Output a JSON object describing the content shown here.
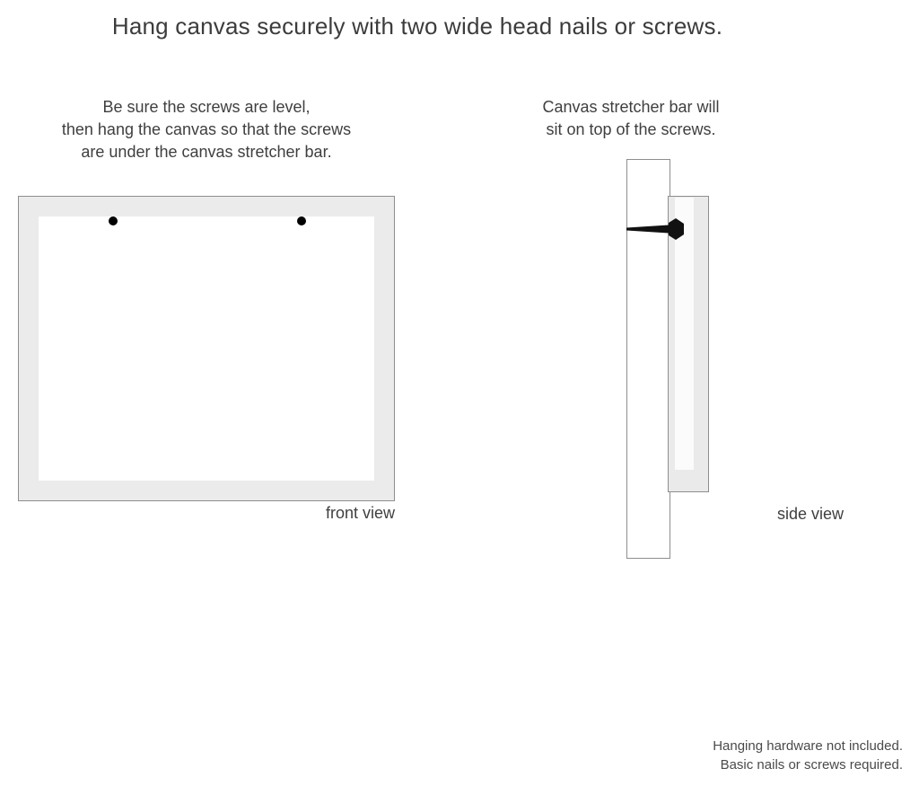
{
  "title": "Hang canvas securely with two wide head nails or screws.",
  "captions": {
    "left": [
      "Be sure the screws are level,",
      "then hang the canvas so that the screws",
      "are under the canvas stretcher bar."
    ],
    "right": [
      "Canvas stretcher bar will",
      "sit on top of the screws."
    ]
  },
  "front_view": {
    "label": "front view",
    "screw_count": 2,
    "frame_color": "#ebebeb",
    "frame_border_color": "#8e8e8e",
    "inner_color": "#ffffff",
    "screw_color": "#000000"
  },
  "side_view": {
    "label": "side view",
    "wall_color": "#ffffff",
    "wall_border_color": "#8e8e8e",
    "stretcher_bar_color": "#eaeaea",
    "stretcher_bar_inner_color": "#fbfbfb",
    "screw_color": "#111111"
  },
  "footer": [
    "Hanging hardware not included.",
    "Basic nails or screws required."
  ]
}
